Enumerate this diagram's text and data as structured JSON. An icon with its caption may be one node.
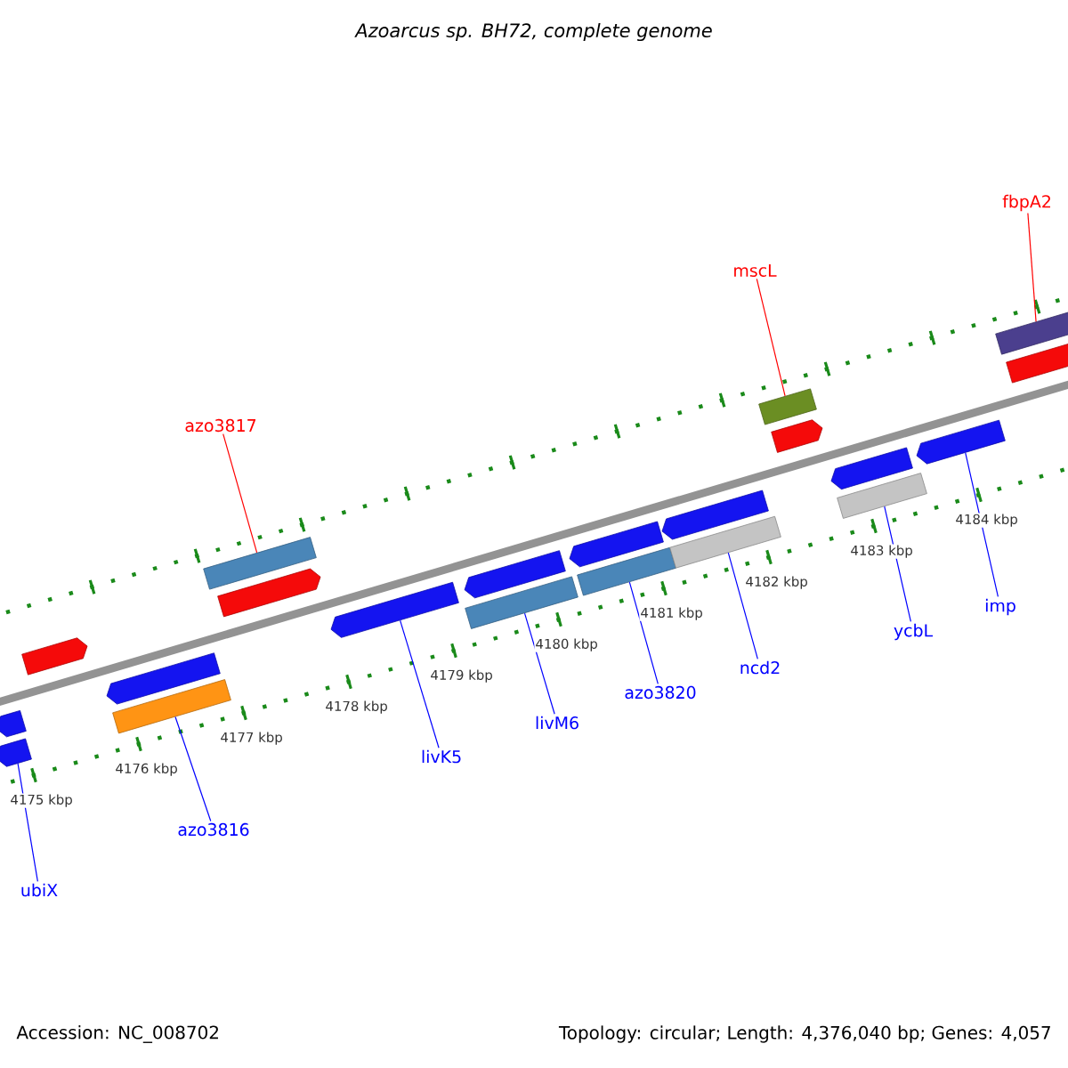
{
  "diagram": {
    "title": "Azoarcus sp. BH72, complete genome",
    "nodes": [
      {
        "text": [
          "fbpA2"
        ]
      },
      {
        "text": [
          "mscL"
        ]
      },
      {
        "text": [
          "azo3817"
        ]
      },
      {
        "text": [
          "imp"
        ]
      },
      {
        "text": [
          "ycbL"
        ]
      },
      {
        "text": [
          "ncd2"
        ]
      },
      {
        "text": [
          "azo3820"
        ]
      },
      {
        "text": [
          "livM6"
        ]
      },
      {
        "text": [
          "livK5"
        ]
      },
      {
        "text": [
          "azo3816"
        ]
      },
      {
        "text": [
          "ubiX"
        ]
      },
      {
        "text": [],
        "shape": "pentagon"
      },
      {
        "text": [],
        "shape": "pentagon"
      },
      {
        "text": [],
        "shape": "pentagon"
      },
      {
        "text": [],
        "shape": "pentagon"
      },
      {
        "text": [],
        "shape": "box"
      },
      {
        "text": [],
        "shape": "box"
      },
      {
        "text": [],
        "shape": "pentagon"
      },
      {
        "text": [],
        "shape": "pentagon"
      },
      {
        "text": [],
        "shape": "pentagon"
      },
      {
        "text": [],
        "shape": "box"
      },
      {
        "text": [],
        "shape": "pentagon"
      },
      {
        "text": [],
        "shape": "box"
      },
      {
        "text": [],
        "shape": "pentagon"
      },
      {
        "text": [],
        "shape": "box"
      },
      {
        "text": [],
        "shape": "box"
      },
      {
        "text": [],
        "shape": "pentagon"
      },
      {
        "text": [],
        "shape": "pentagon"
      },
      {
        "text": [],
        "shape": "box"
      },
      {
        "text": [],
        "shape": "pentagon"
      },
      {
        "text": [],
        "shape": "box"
      },
      {
        "text": [],
        "shape": "pentagon"
      }
    ],
    "edges": [
      {
        "from": 0,
        "to": 30,
        "arrow": "none",
        "color": "#ff0000"
      },
      {
        "from": 1,
        "to": 25,
        "arrow": "none",
        "color": "#ff0000"
      },
      {
        "from": 2,
        "to": 16,
        "arrow": "none",
        "color": "#ff0000"
      },
      {
        "from": 3,
        "to": 29,
        "arrow": "none"
      },
      {
        "from": 4,
        "to": 28,
        "arrow": "none"
      },
      {
        "from": 5,
        "to": 24,
        "arrow": "none"
      },
      {
        "from": 6,
        "to": 22,
        "arrow": "none"
      },
      {
        "from": 7,
        "to": 20,
        "arrow": "none"
      },
      {
        "from": 8,
        "to": 18,
        "arrow": "none"
      },
      {
        "from": 9,
        "to": 15,
        "arrow": "none"
      },
      {
        "from": 10,
        "to": 12,
        "arrow": "none"
      }
    ],
    "labels": [
      "4184 kbp",
      "4183 kbp",
      "4182 kbp",
      "4181 kbp",
      "4180 kbp",
      "4179 kbp",
      "4178 kbp",
      "4177 kbp",
      "4176 kbp",
      "4175 kbp",
      "Accession: NC_008702",
      "Topology: circular; Length: 4,376,040 bp; Genes: 4,057"
    ]
  }
}
